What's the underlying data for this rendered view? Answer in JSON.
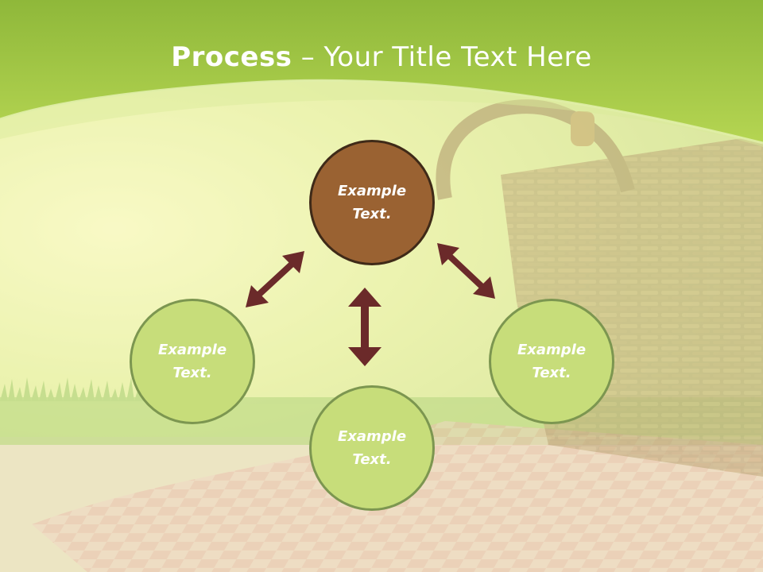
{
  "slide": {
    "title_bold": "Process",
    "title_rest": " – Your Title Text Here"
  },
  "diagram": {
    "center": {
      "label": "Example Text."
    },
    "left": {
      "label": "Example Text."
    },
    "right": {
      "label": "Example Text."
    },
    "bottom": {
      "label": "Example Text."
    }
  },
  "colors": {
    "header_green": "#9ac43c",
    "center_fill": "#9a6232",
    "node_fill": "#c7dd7a",
    "node_border": "#7c9650",
    "arrow": "#6b2a2a"
  }
}
